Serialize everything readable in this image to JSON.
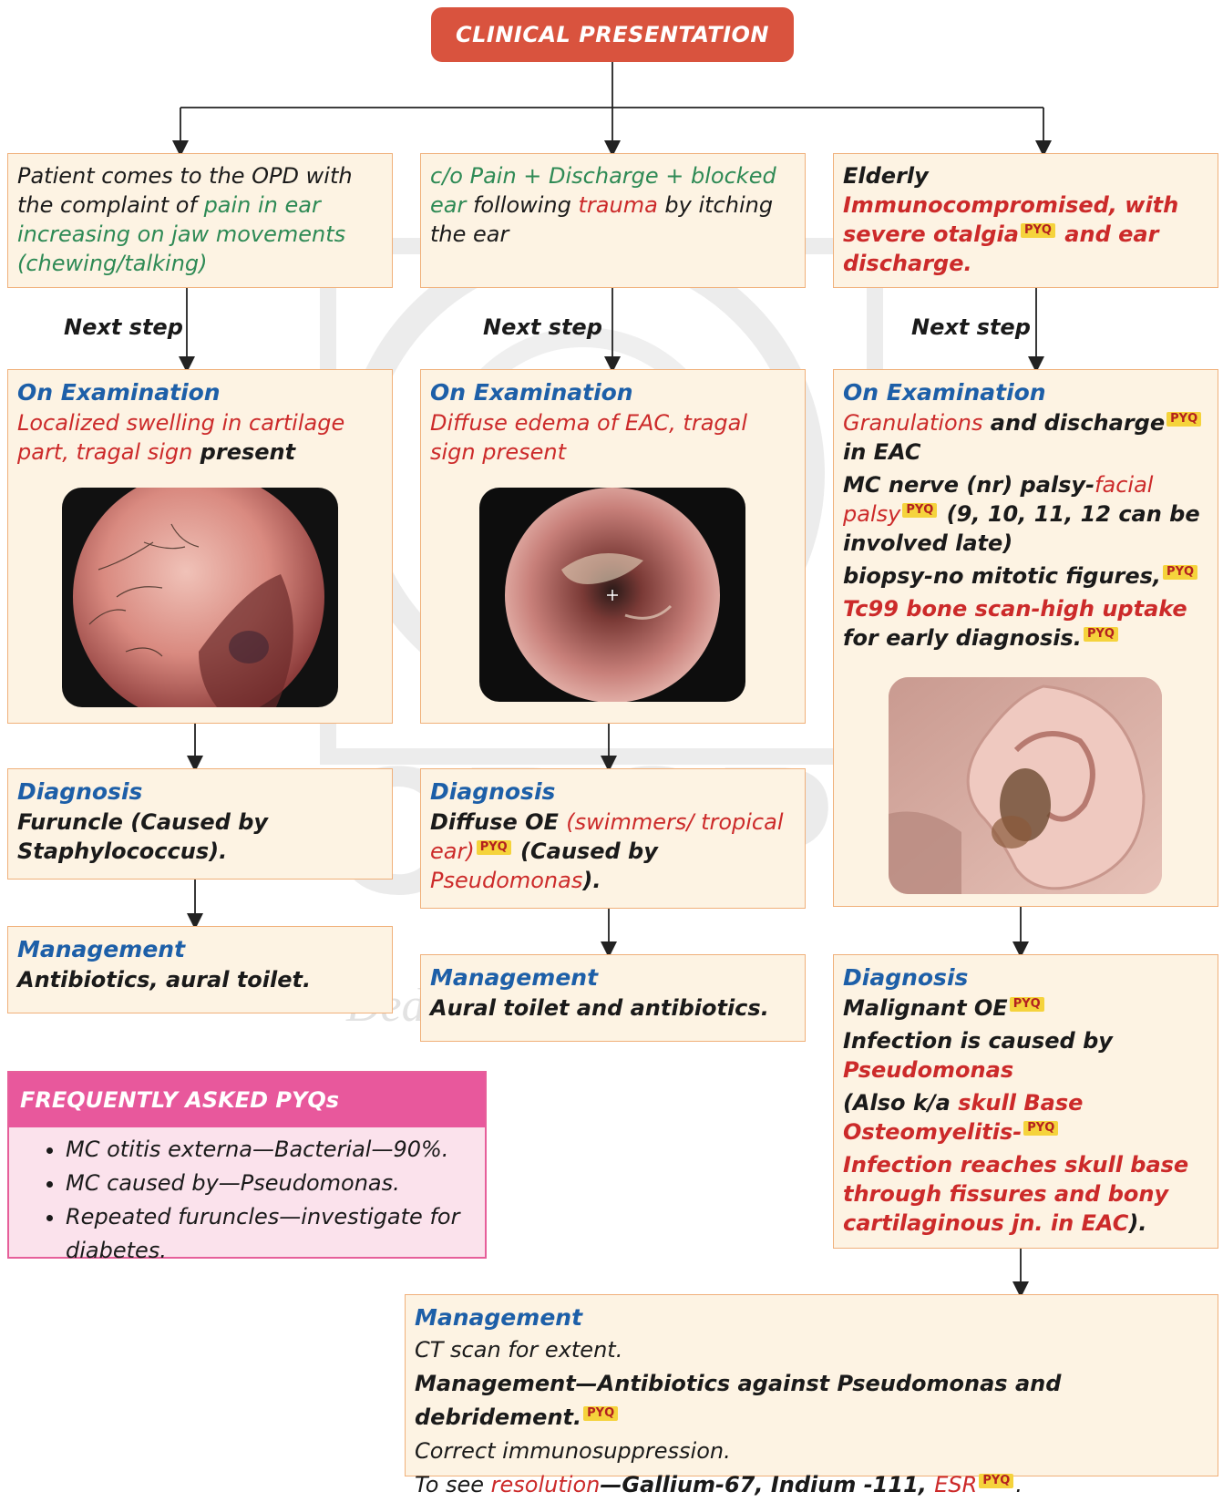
{
  "title": "CLINICAL PRESENTATION",
  "col1": {
    "presentation": {
      "t1": "Patient comes to the OPD with the complaint of ",
      "t2": "pain in ear increasing on jaw movements (chewing/talking)"
    },
    "next_step": "Next step",
    "exam": {
      "heading": "On Examination",
      "t1": "Localized swelling in cartilage part, tragal sign",
      "t2": " present"
    },
    "diagnosis": {
      "heading": "Diagnosis",
      "text": "Furuncle (Caused by Staphylococcus)."
    },
    "management": {
      "heading": "Management",
      "text": "Antibiotics, aural toilet."
    }
  },
  "col2": {
    "presentation": {
      "t1": "c/o Pain + Discharge + blocked ear",
      "t2": " following ",
      "t3": "trauma",
      "t4": " by itching the ear"
    },
    "next_step": "Next step",
    "exam": {
      "heading": "On Examination",
      "text": "Diffuse edema of EAC, tragal sign present"
    },
    "diagnosis": {
      "heading": "Diagnosis",
      "t1": "Diffuse OE ",
      "t2": "(swimmers/ tropical ear)",
      "t3": " (Caused by ",
      "t4": "Pseudomonas",
      "t5": ")."
    },
    "management": {
      "heading": "Management",
      "text": "Aural toilet and antibiotics."
    }
  },
  "col3": {
    "presentation": {
      "t1": "Elderly ",
      "t2": "Immunocompromised, with severe otalgia",
      "t3": " and ear discharge."
    },
    "next_step": "Next step",
    "exam": {
      "heading": "On Examination",
      "l1a": "Granulations",
      "l1b": " and discharge",
      "l1c": " in EAC",
      "l2a": "MC nerve (nr) palsy-",
      "l2b": "facial palsy",
      "l2c": " (9, 10, 11, 12 can be involved late)",
      "l3": "biopsy-no mitotic figures,",
      "l4a": "Tc99 bone scan-high uptake",
      "l4b": " for early diagnosis."
    },
    "diagnosis": {
      "heading": "Diagnosis",
      "l1": "Malignant OE",
      "l2a": "Infection is caused by ",
      "l2b": "Pseudomonas",
      "l3a": "(Also k/a ",
      "l3b": "skull Base Osteomyelitis-",
      "l4": "Infection reaches skull base through fissures and bony cartilaginous jn. in EAC",
      "l4end": ")."
    },
    "management": {
      "heading": "Management",
      "l1": "CT scan for extent.",
      "l2": "Management—Antibiotics against Pseudomonas and debridement.",
      "l3": "Correct immunosuppression.",
      "l4a": "To see ",
      "l4b": "resolution",
      "l4c": "—Gallium-67, Indium -111, ",
      "l4d": "ESR",
      "l4e": "."
    }
  },
  "pyq_badge": "PYQ",
  "faq": {
    "heading": "FREQUENTLY ASKED PYQs",
    "items": [
      "MC otitis externa—Bacterial—90%.",
      "MC caused by—Pseudomonas.",
      "Repeated furuncles—investigate for diabetes."
    ]
  },
  "watermark": {
    "brand": "CBSPD",
    "tagline": "Dedicated to Education"
  },
  "colors": {
    "box_bg": "#fdf3e3",
    "box_border": "#f0b07a",
    "heading_blue": "#1d5fa8",
    "accent_green": "#2e8a55",
    "accent_red": "#cc2a2a",
    "title_bg": "#d9533e",
    "faq_pink": "#e8589c",
    "pyq_yellow": "#f5d33c"
  }
}
